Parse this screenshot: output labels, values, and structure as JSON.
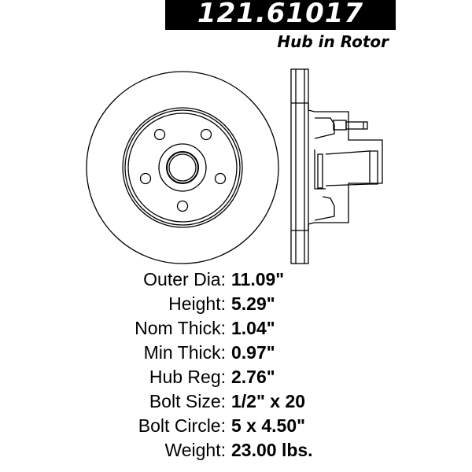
{
  "header": {
    "part_number": "121.61017",
    "subtitle": "Hub in Rotor"
  },
  "drawing": {
    "front_view": "rotor-front-view",
    "side_view": "rotor-side-section-view",
    "bolt_holes": 5
  },
  "specs": [
    {
      "label": "Outer Dia:",
      "value": "11.09\""
    },
    {
      "label": "Height:",
      "value": "5.29\""
    },
    {
      "label": "Nom Thick:",
      "value": "1.04\""
    },
    {
      "label": "Min Thick:",
      "value": "0.97\""
    },
    {
      "label": "Hub Reg:",
      "value": "2.76\""
    },
    {
      "label": "Bolt Size:",
      "value": "1/2\" x 20"
    },
    {
      "label": "Bolt Circle:",
      "value": "5 x 4.50\""
    },
    {
      "label": "Weight:",
      "value": "23.00 lbs."
    }
  ]
}
